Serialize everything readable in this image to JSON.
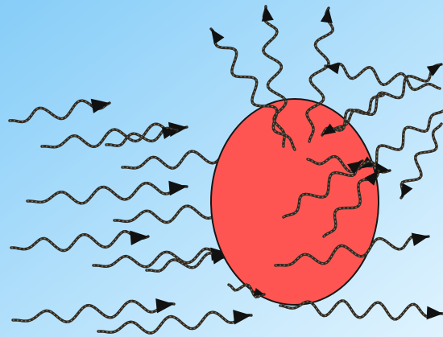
{
  "diagram": {
    "background_from": "#86cdf8",
    "background_to": "#dff3fe",
    "body_fill": "#ff5552",
    "body_stroke": "#161616",
    "ray_stroke": "#2e2a24",
    "ray_highlight": "#8c7a5c",
    "arrow_fill": "#111111"
  },
  "elements": {
    "body": "red-sphere",
    "incoming": "incoming-ray",
    "outgoing": "outgoing-ray",
    "arrowhead": "arrowhead-icon"
  }
}
